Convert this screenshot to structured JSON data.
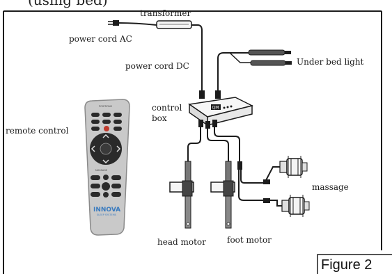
{
  "title_fragment": "(using bed)",
  "labels": {
    "transformer": "transformer",
    "power_cord_ac": "power cord AC",
    "power_cord_dc": "power cord DC",
    "under_bed_light": "Under bed light",
    "control_box": "control\nbox",
    "remote_control": "remote control",
    "massage": "massage",
    "head_motor": "head motor",
    "foot_motor": "foot motor"
  },
  "figure_label": "Figure 2",
  "remote_brand": "INNOVA",
  "remote_sub": "SLEEP SYSTEMS",
  "remote_top_text": "POSITIONS",
  "remote_mid_text": "MASSAGE",
  "control_box_logo": "QM",
  "colors": {
    "line": "#1c1c1c",
    "remote_body": "#c9c9c9",
    "remote_button": "#2a2a2a",
    "remote_red": "#c0392b",
    "brand": "#3a7bbf"
  }
}
